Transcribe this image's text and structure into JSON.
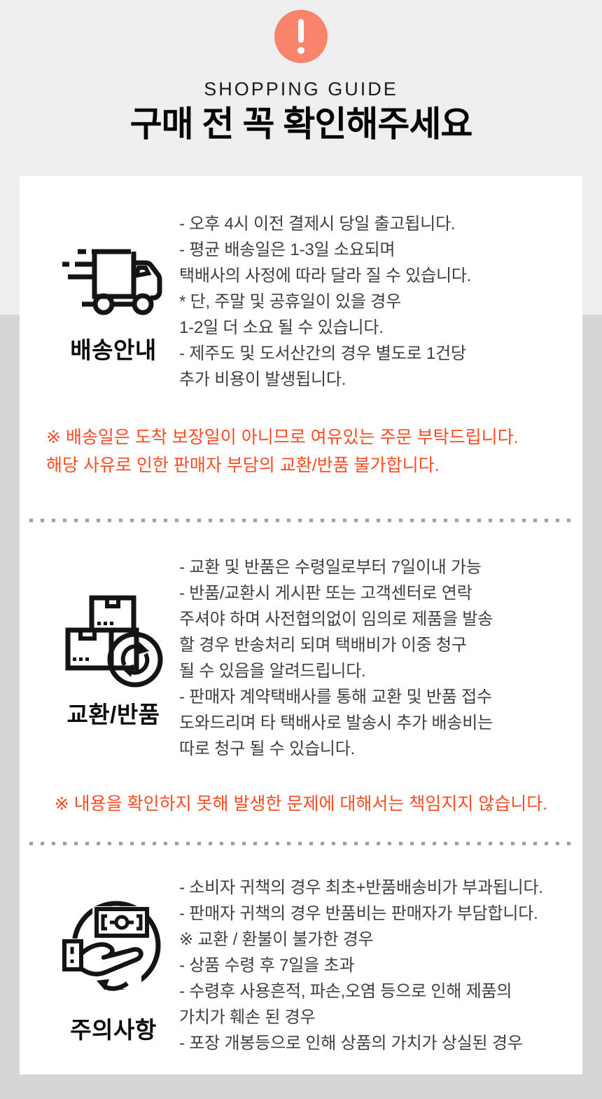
{
  "header": {
    "badge_icon": "exclamation-icon",
    "eyebrow": "SHOPPING GUIDE",
    "title": "구매 전 꼭 확인해주세요"
  },
  "colors": {
    "accent": "#f8846b",
    "warning_red": "#ff4a22",
    "bg_top": "#eeefee",
    "bg_bottom": "#d5d6d5",
    "card": "#ffffff",
    "body_text": "#3f3f3f",
    "separator_dot": "#9ba1a5"
  },
  "sections": [
    {
      "id": "delivery",
      "icon": "truck-icon",
      "label": "배송안내",
      "lines": [
        "- 오후 4시 이전 결제시 당일 출고됩니다.",
        "- 평균 배송일은 1-3일 소요되며",
        "택배사의 사정에 따라 달라 질 수 있습니다.",
        "* 단, 주말 및 공휴일이 있을 경우",
        "1-2일 더 소요 될 수 있습니다.",
        "- 제주도 및 도서산간의 경우 별도로 1건당",
        "추가 비용이 발생됩니다."
      ],
      "warning": [
        "※ 배송일은 도착 보장일이 아니므로 여유있는 주문 부탁드립니다.",
        "해당 사유로 인한 판매자 부담의 교환/반품 불가합니다."
      ]
    },
    {
      "id": "exchange-return",
      "icon": "boxes-recycle-icon",
      "label": "교환/반품",
      "lines": [
        "- 교환 및 반품은 수령일로부터 7일이내 가능",
        "- 반품/교환시 게시판 또는 고객센터로 연락",
        "주셔야 하며 사전협의없이 임의로 제품을 발송",
        "할 경우 반송처리 되며 택배비가 이중 청구",
        "될 수 있음을 알려드립니다.",
        "- 판매자 계약택배사를 통해 교환 및 반품 접수",
        "도와드리며 타 택배사로 발송시 추가 배송비는",
        "따로 청구 될 수 있습니다."
      ],
      "warning": [
        "※ 내용을 확인하지 못해 발생한 문제에 대해서는 책임지지 않습니다."
      ]
    },
    {
      "id": "caution",
      "icon": "refund-hand-icon",
      "label": "주의사항",
      "lines": [
        "- 소비자 귀책의 경우 최초+반품배송비가 부과됩니다.",
        "- 판매자 귀책의  경우 반품비는 판매자가 부담합니다.",
        "※ 교환 / 환불이 불가한 경우",
        "- 상품 수령 후 7일을 초과",
        "- 수령후 사용흔적, 파손,오염 등으로 인해 제품의",
        "가치가 훼손 된 경우",
        "- 포장 개봉등으로 인해 상품의 가치가 상실된 경우"
      ]
    }
  ]
}
